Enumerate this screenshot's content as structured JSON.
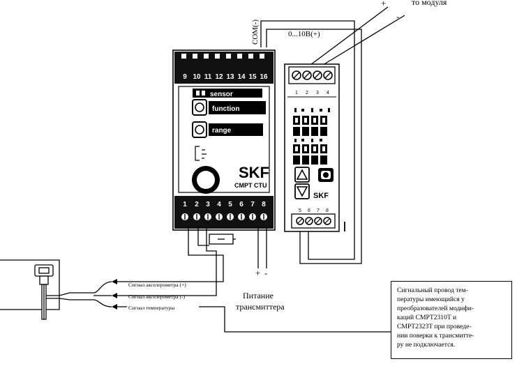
{
  "labels": {
    "to_module": "то модуля",
    "plus": "+",
    "minus": "-",
    "com": "COM(-)",
    "range_out": "0...10В(+)",
    "sensor_btn": "sensor",
    "function_btn": "function",
    "range_btn": "range",
    "brand": "SKF",
    "model": "CMPT CTU",
    "brand_small": "SKF",
    "power_plus": "+",
    "power_minus": "-",
    "power_l1": "Питание",
    "power_l2": "трансмиттера",
    "sig_accel_plus": "Сигнал акселерометра (+)",
    "sig_accel_minus": "Сигнал акселерометра (-)",
    "sig_temp": "Сигнал температуры"
  },
  "terminals_top": [
    "9",
    "10",
    "11",
    "12",
    "13",
    "14",
    "15",
    "16"
  ],
  "terminals_bottom": [
    "1",
    "2",
    "3",
    "4",
    "5",
    "6",
    "7",
    "8"
  ],
  "display_top": [
    "1",
    "2",
    "3",
    "4"
  ],
  "display_bottom": [
    "5",
    "6",
    "7",
    "8"
  ],
  "note_lines": [
    "Сигнальный провод тем-",
    "пературы имеющийся у",
    "преобразователей модифи-",
    "каций CMPT2310T и",
    "CMPT2323T при проведе-",
    "нии поверки к трансмитте-",
    "ру не подключается."
  ]
}
